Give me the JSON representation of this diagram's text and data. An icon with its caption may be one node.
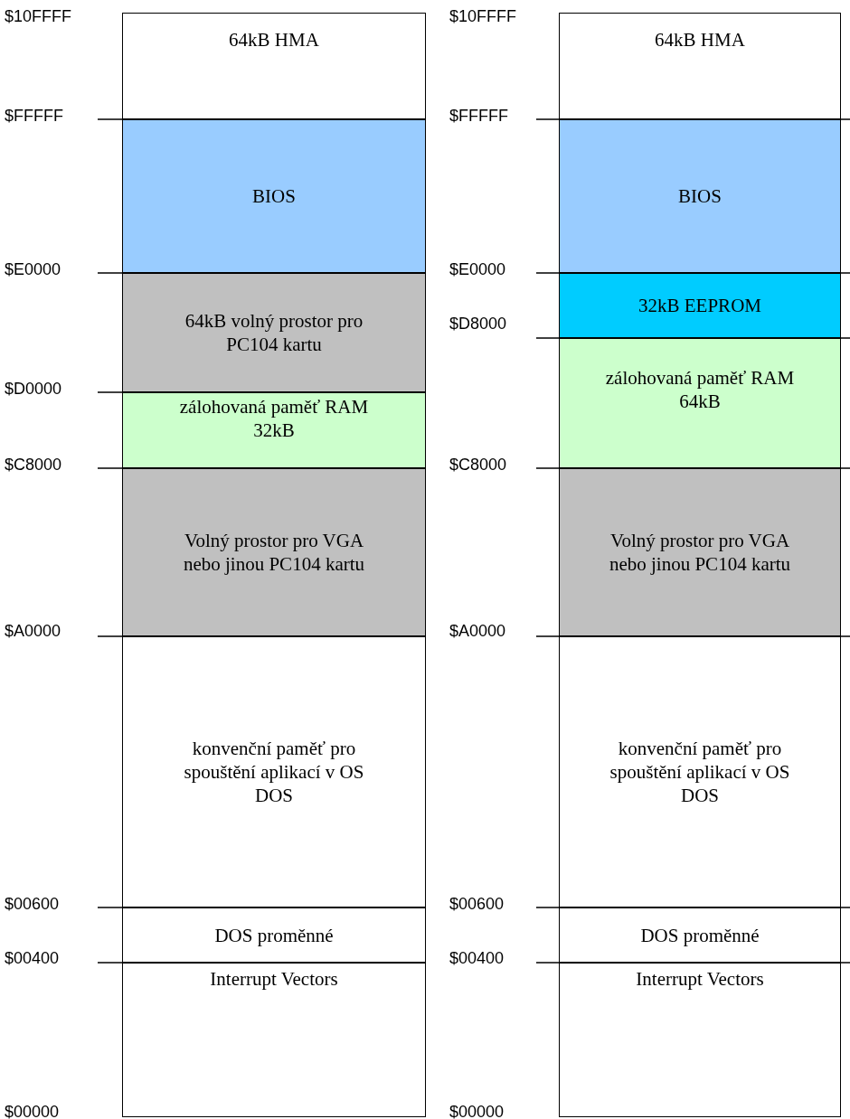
{
  "diagram": {
    "nodes": [
      {
        "text": [
          "64kB HMA"
        ]
      },
      {
        "text": [
          "BIOS"
        ]
      },
      {
        "text": [
          "64kB volný prostor pro PC104 kartu"
        ]
      },
      {
        "text": [
          "zálohovaná paměť RAM 32kB"
        ]
      },
      {
        "text": [
          "Volný prostor pro VGA nebo jinou PC104 kartu"
        ]
      },
      {
        "text": [
          "konvenční paměť pro spouštění aplikací v OS DOS"
        ]
      },
      {
        "text": [
          "DOS proměnné"
        ]
      },
      {
        "text": [
          "Interrupt Vectors"
        ]
      },
      {
        "text": [
          "64kB HMA"
        ]
      },
      {
        "text": [
          "BIOS"
        ]
      },
      {
        "text": [
          "32kB EEPROM"
        ]
      },
      {
        "text": [
          "zálohovaná paměť RAM 64kB"
        ]
      },
      {
        "text": [
          "Volný prostor pro VGA nebo jinou PC104 kartu"
        ]
      },
      {
        "text": [
          "konvenční paměť pro spouštění aplikací v OS DOS"
        ]
      },
      {
        "text": [
          "DOS proměnné"
        ]
      },
      {
        "text": [
          "Interrupt Vectors"
        ]
      }
    ],
    "labels": [
      "$10FFFF",
      "$FFFFF",
      "$E0000",
      "$D0000",
      "$C8000",
      "$A0000",
      "$00600",
      "$00400",
      "$00000",
      "$10FFFF",
      "$FFFFF",
      "$E0000",
      "$D8000",
      "$C8000",
      "$A0000",
      "$00600",
      "$00400",
      "$00000"
    ]
  }
}
